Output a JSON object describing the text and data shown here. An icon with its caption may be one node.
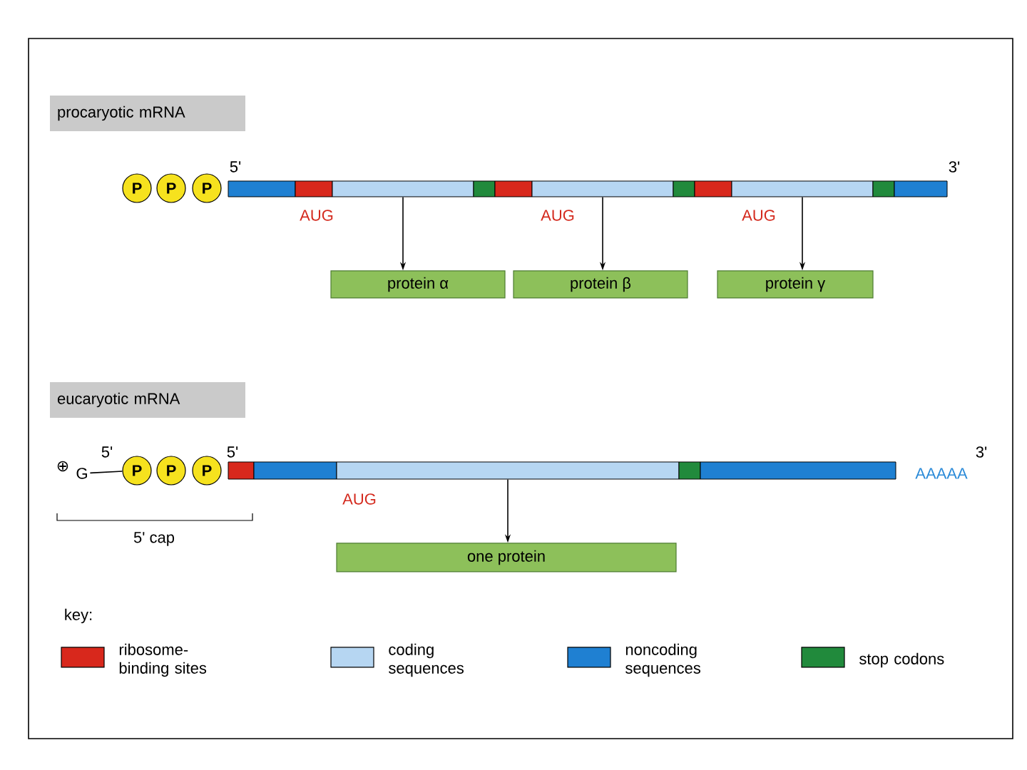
{
  "diagram": {
    "nodes": [
      {
        "text": [
          "procaryotic mRNA"
        ]
      },
      {
        "text": [
          "P"
        ]
      },
      {
        "text": [
          "P"
        ]
      },
      {
        "text": [
          "P"
        ]
      },
      {
        "text": [],
        "shape": "box"
      },
      {
        "text": [],
        "shape": "box"
      },
      {
        "text": [],
        "shape": "box"
      },
      {
        "text": [],
        "shape": "box"
      },
      {
        "text": [],
        "shape": "box"
      },
      {
        "text": [],
        "shape": "box"
      },
      {
        "text": [],
        "shape": "box"
      },
      {
        "text": [],
        "shape": "box"
      },
      {
        "text": [],
        "shape": "box"
      },
      {
        "text": [],
        "shape": "box"
      },
      {
        "text": [],
        "shape": "box"
      },
      {
        "text": [
          "protein α"
        ]
      },
      {
        "text": [
          "protein β"
        ]
      },
      {
        "text": [
          "protein γ"
        ]
      },
      {
        "text": [
          "eucaryotic mRNA"
        ]
      },
      {
        "text": [
          "G"
        ]
      },
      {
        "text": [
          "P"
        ]
      },
      {
        "text": [
          "P"
        ]
      },
      {
        "text": [
          "P"
        ]
      },
      {
        "text": [],
        "shape": "box"
      },
      {
        "text": [],
        "shape": "box"
      },
      {
        "text": [],
        "shape": "box"
      },
      {
        "text": [],
        "shape": "box"
      },
      {
        "text": [],
        "shape": "box"
      },
      {
        "text": [
          "one protein"
        ]
      }
    ],
    "edges": [
      {
        "from": 6,
        "to": 15,
        "arrow": "to"
      },
      {
        "from": 9,
        "to": 16,
        "arrow": "to"
      },
      {
        "from": 12,
        "to": 17,
        "arrow": "to"
      },
      {
        "from": 19,
        "to": 20,
        "arrow": "none"
      },
      {
        "from": 25,
        "to": 28,
        "arrow": "to"
      }
    ],
    "labels": [
      "5'",
      "3'",
      "AUG",
      "AUG",
      "AUG",
      "⊕",
      "5'",
      "5'",
      "3'",
      "AAAAA",
      "AUG",
      "5' cap",
      "key:"
    ],
    "legend": [
      {
        "text": "ribosome-binding sites",
        "color": "#d8281c"
      },
      {
        "text": "coding sequences",
        "color": "#b6d6f2"
      },
      {
        "text": "noncoding sequences",
        "color": "#1f80d2"
      },
      {
        "text": "stop codons",
        "color": "#218a3c"
      }
    ]
  }
}
